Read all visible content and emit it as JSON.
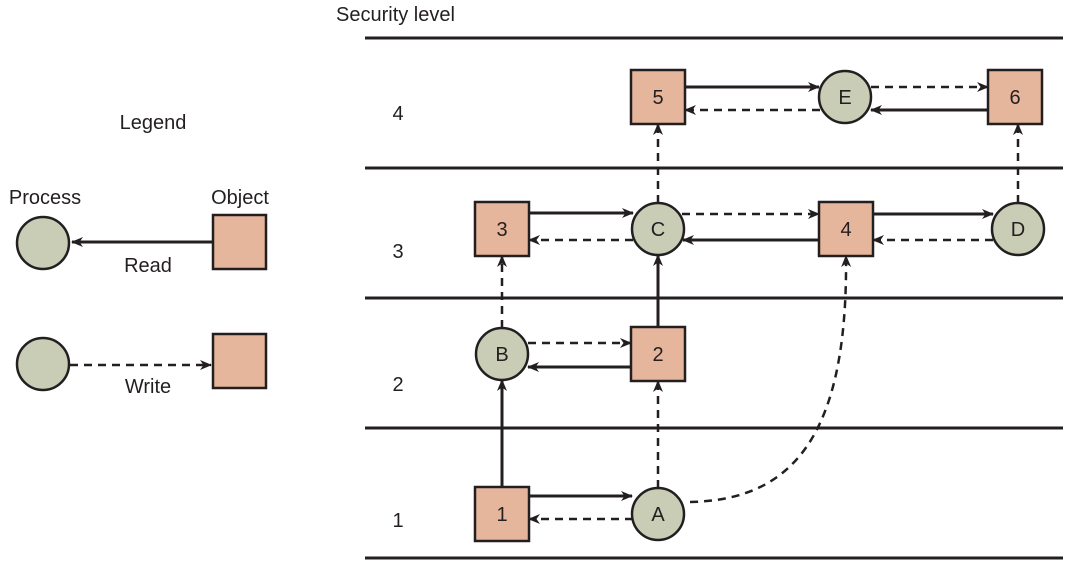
{
  "title": "Security level",
  "legend": {
    "title": "Legend",
    "process_label": "Process",
    "object_label": "Object",
    "read_label": "Read",
    "write_label": "Write"
  },
  "levels": [
    {
      "label": "4"
    },
    {
      "label": "3"
    },
    {
      "label": "2"
    },
    {
      "label": "1"
    }
  ],
  "colors": {
    "object_fill": "#E6B69C",
    "process_fill": "#C9CDB5",
    "stroke": "#231F20"
  },
  "nodes": {
    "obj5": {
      "type": "object",
      "label": "5",
      "level": 4
    },
    "procE": {
      "type": "process",
      "label": "E",
      "level": 4
    },
    "obj6": {
      "type": "object",
      "label": "6",
      "level": 4
    },
    "obj3": {
      "type": "object",
      "label": "3",
      "level": 3
    },
    "procC": {
      "type": "process",
      "label": "C",
      "level": 3
    },
    "obj4": {
      "type": "object",
      "label": "4",
      "level": 3
    },
    "procD": {
      "type": "process",
      "label": "D",
      "level": 3
    },
    "procB": {
      "type": "process",
      "label": "B",
      "level": 2
    },
    "obj2": {
      "type": "object",
      "label": "2",
      "level": 2
    },
    "obj1": {
      "type": "object",
      "label": "1",
      "level": 1
    },
    "procA": {
      "type": "process",
      "label": "A",
      "level": 1
    }
  },
  "edges": [
    {
      "from": "obj5",
      "to": "procE",
      "kind": "read"
    },
    {
      "from": "procE",
      "to": "obj5",
      "kind": "write"
    },
    {
      "from": "procE",
      "to": "obj6",
      "kind": "write"
    },
    {
      "from": "obj6",
      "to": "procE",
      "kind": "read"
    },
    {
      "from": "procC",
      "to": "obj5",
      "kind": "write"
    },
    {
      "from": "procD",
      "to": "obj6",
      "kind": "write"
    },
    {
      "from": "obj3",
      "to": "procC",
      "kind": "read"
    },
    {
      "from": "procC",
      "to": "obj3",
      "kind": "write"
    },
    {
      "from": "procC",
      "to": "obj4",
      "kind": "write"
    },
    {
      "from": "obj4",
      "to": "procC",
      "kind": "read"
    },
    {
      "from": "obj4",
      "to": "procD",
      "kind": "read"
    },
    {
      "from": "procD",
      "to": "obj4",
      "kind": "write"
    },
    {
      "from": "procB",
      "to": "obj3",
      "kind": "write"
    },
    {
      "from": "obj2",
      "to": "procC",
      "kind": "read"
    },
    {
      "from": "procB",
      "to": "obj2",
      "kind": "write"
    },
    {
      "from": "obj2",
      "to": "procB",
      "kind": "read"
    },
    {
      "from": "obj1",
      "to": "procB",
      "kind": "read"
    },
    {
      "from": "procA",
      "to": "obj2",
      "kind": "write"
    },
    {
      "from": "procA",
      "to": "obj4",
      "kind": "write"
    },
    {
      "from": "obj1",
      "to": "procA",
      "kind": "read"
    },
    {
      "from": "procA",
      "to": "obj1",
      "kind": "write"
    }
  ]
}
